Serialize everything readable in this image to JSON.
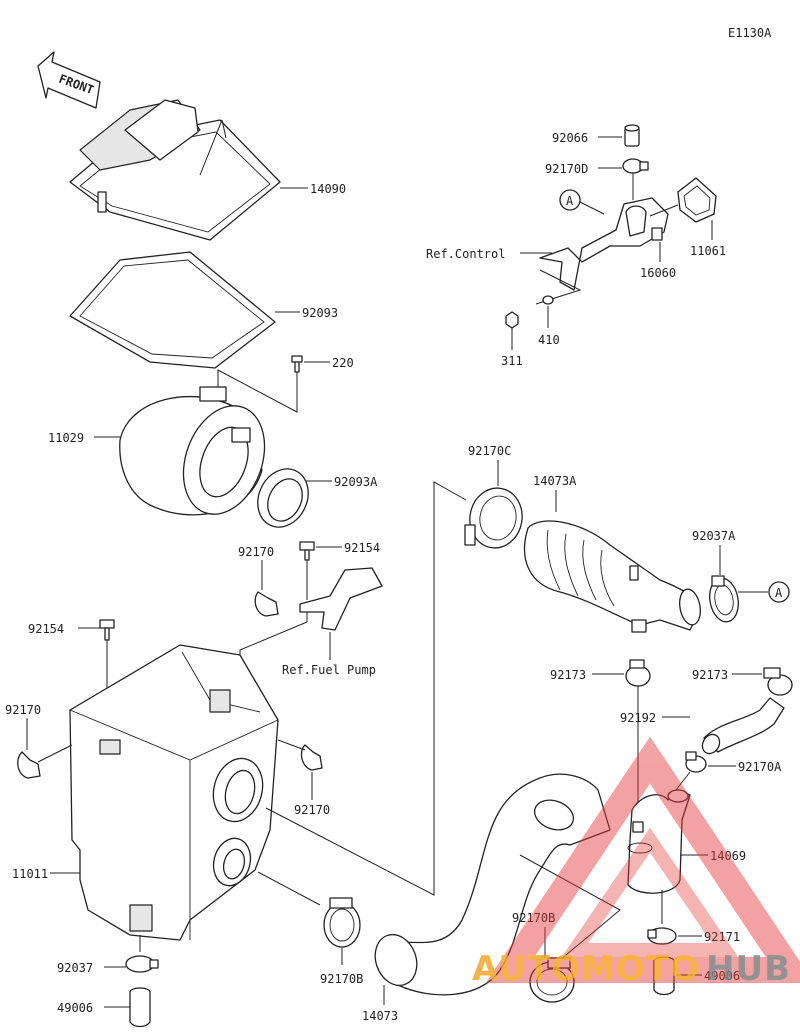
{
  "diagram_code": "E1130A",
  "front_marker": "FRONT",
  "labels": {
    "p14090": "14090",
    "p92093": "92093",
    "p220": "220",
    "p11029": "11029",
    "p92093A": "92093A",
    "p92170_a": "92170",
    "p92154_a": "92154",
    "p92154_b": "92154",
    "ref_fuel_pump": "Ref.Fuel Pump",
    "p92170_b": "92170",
    "p92170_c": "92170",
    "p11011": "11011",
    "p92037": "92037",
    "p49006_a": "49006",
    "p92170B_a": "92170B",
    "p14073": "14073",
    "p92170B_b": "92170B",
    "p92170C": "92170C",
    "p14073A": "14073A",
    "p92037A": "92037A",
    "callout_a1": "A",
    "callout_a2": "A",
    "p92173_a": "92173",
    "p92173_b": "92173",
    "p92192": "92192",
    "p92170A": "92170A",
    "p14069": "14069",
    "p92171": "92171",
    "p49006_b": "49006",
    "p92066": "92066",
    "p92170D": "92170D",
    "ref_control": "Ref.Control",
    "p11061": "11061",
    "p16060": "16060",
    "p311": "311",
    "p410": "410"
  },
  "watermark": {
    "text_left": "AUTOMOTO",
    "text_right": "HUB",
    "color_left": "#f5a623",
    "color_right": "#808080",
    "triangle_color": "#e53935"
  }
}
